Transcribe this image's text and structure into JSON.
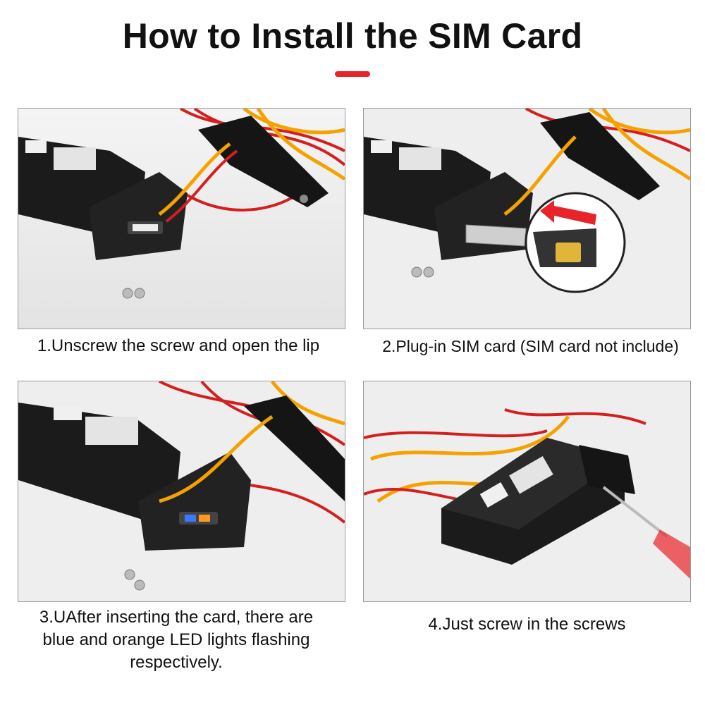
{
  "title": "How to Install the SIM Card",
  "colors": {
    "accent": "#e8232a",
    "device": "#1b1b1b",
    "wire_red": "#d41f1f",
    "wire_orange": "#f5a200",
    "sim_gold": "#e0b53a"
  },
  "steps": [
    {
      "caption": "1.Unscrew the screw and open the lip"
    },
    {
      "caption": "2.Plug-in SIM card (SIM card not include)"
    },
    {
      "caption_lines": [
        "3.UAfter inserting the card, there are",
        "blue and orange LED lights flashing",
        "respectively."
      ]
    },
    {
      "caption": "4.Just screw in the screws"
    }
  ]
}
